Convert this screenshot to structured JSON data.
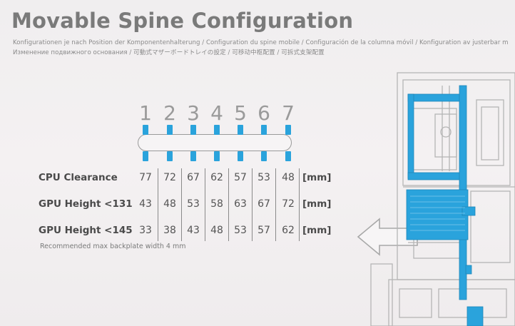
{
  "header": {
    "title": "Movable Spine Configuration",
    "subtitle_line1": "Konfigurationen je nach Position der Komponentenhalterung / Configuration du spine mobile / Configuración de la columna móvil / Konfiguration av justerbar m",
    "subtitle_line2": "Изменение подвижного основания / 可動式マザーボードトレイの設定 / 可移动中枢配置 / 可拆式支架配置"
  },
  "positions": [
    "1",
    "2",
    "3",
    "4",
    "5",
    "6",
    "7"
  ],
  "table": {
    "rows": [
      {
        "label": "CPU Clearance",
        "values": [
          "77",
          "72",
          "67",
          "62",
          "57",
          "53",
          "48"
        ],
        "unit": "[mm]"
      },
      {
        "label": "GPU Height <131",
        "values": [
          "43",
          "48",
          "53",
          "58",
          "63",
          "67",
          "72"
        ],
        "unit": "[mm]"
      },
      {
        "label": "GPU Height <145",
        "values": [
          "33",
          "38",
          "43",
          "48",
          "53",
          "57",
          "62"
        ],
        "unit": "[mm]"
      }
    ]
  },
  "note": "Recommended max backplate width 4 mm",
  "colors": {
    "accent": "#2aa3dc",
    "title": "#7a7a7a",
    "line": "#9a9a9a"
  }
}
